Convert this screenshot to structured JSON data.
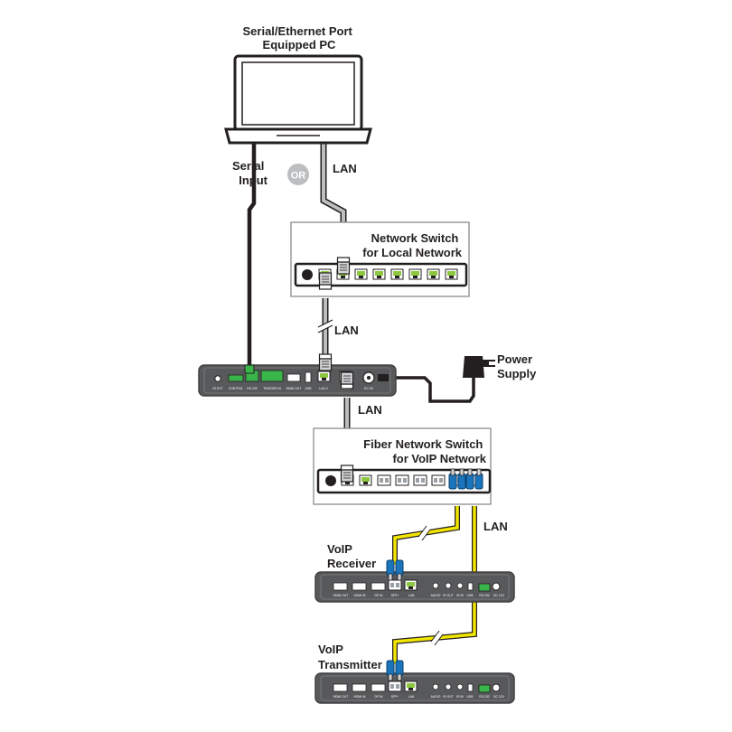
{
  "labels": {
    "pc": [
      "Serial/Ethernet Port",
      "Equipped PC"
    ],
    "serial_input": [
      "Serial",
      "Input"
    ],
    "or_badge": "OR",
    "lan": "LAN",
    "network_switch": [
      "Network Switch",
      "for Local Network"
    ],
    "power_supply": [
      "Power",
      "Supply"
    ],
    "fiber_switch": [
      "Fiber Network Switch",
      "for VoIP Network"
    ],
    "voip_receiver": [
      "VoIP",
      "Receiver"
    ],
    "voip_transmitter": [
      "VoIP",
      "Transmitter"
    ]
  },
  "ports": {
    "controller": [
      "IR EXT",
      "CONTROL",
      "RS-232",
      "TRIGGER IN",
      "HDMI OUT",
      "USB",
      "LAN 2",
      "LAN 1",
      "DC 5V"
    ],
    "voip": [
      "HDMI OUT",
      "HDMI IN",
      "DP IN",
      "SFP+",
      "LAN",
      "AUDIO",
      "IR OUT",
      "IR IN",
      "USB",
      "RS-232",
      "DC 12V"
    ]
  },
  "colors": {
    "ink": "#231f20",
    "device_body": "#58595b",
    "lan_cable": "#bcbec0",
    "fiber_cable": "#f2e600",
    "lan_port_trim": "#8dc63f",
    "terminal_block": "#39b54a",
    "sfp_module": "#1b75bc"
  }
}
